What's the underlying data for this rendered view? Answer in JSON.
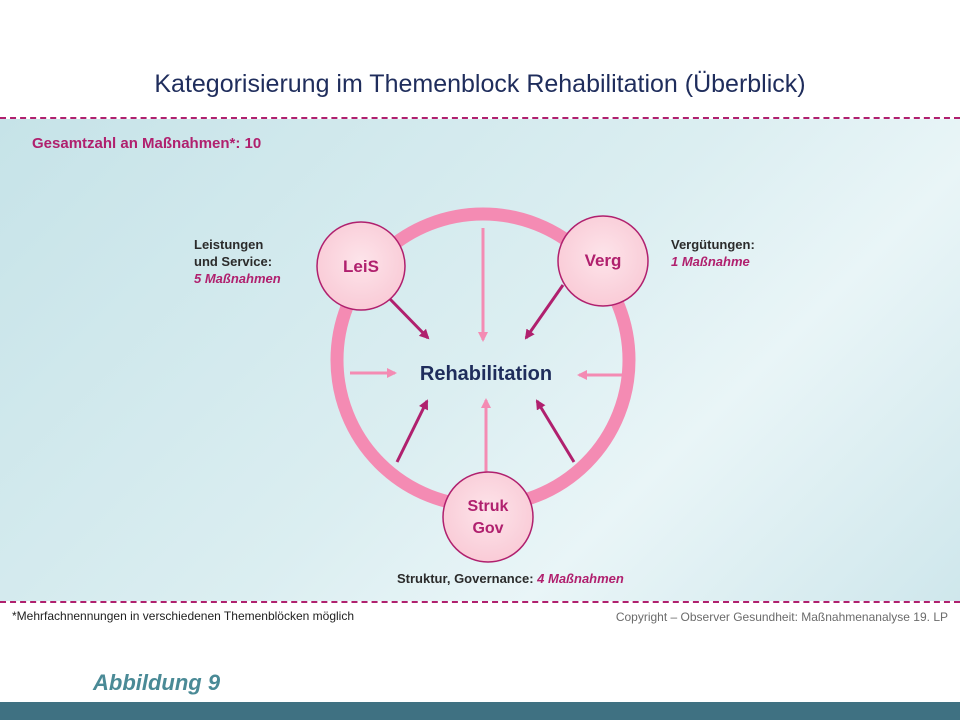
{
  "title": "Kategorisierung im Themenblock Rehabilitation (Überblick)",
  "total_label": "Gesamtzahl an Maßnahmen*: 10",
  "center_label": "Rehabilitation",
  "nodes": {
    "leis": {
      "label": "LeiS"
    },
    "verg": {
      "label": "Verg"
    },
    "strukgov": {
      "line1": "Struk",
      "line2": "Gov"
    }
  },
  "category_labels": {
    "leis": {
      "line1": "Leistungen",
      "line2": "und Service:",
      "count": "5 Maßnahmen"
    },
    "verg": {
      "line1": "Vergütungen:",
      "count": "1 Maßnahme"
    },
    "strukgov": {
      "text": "Struktur, Governance: ",
      "count": "4 Maßnahmen"
    }
  },
  "footnote": "*Mehrfachnennungen in verschiedenen Themenblöcken möglich",
  "copyright": "Copyright – Observer Gesundheit: Maßnahmenanalyse 19. LP",
  "figure_label": "Abbildung 9",
  "colors": {
    "accent": "#b0206e",
    "ring": "#f48bb3",
    "node_fill": "#fbd7df",
    "title": "#1f2d5c",
    "footer_bar": "#3f7182"
  }
}
